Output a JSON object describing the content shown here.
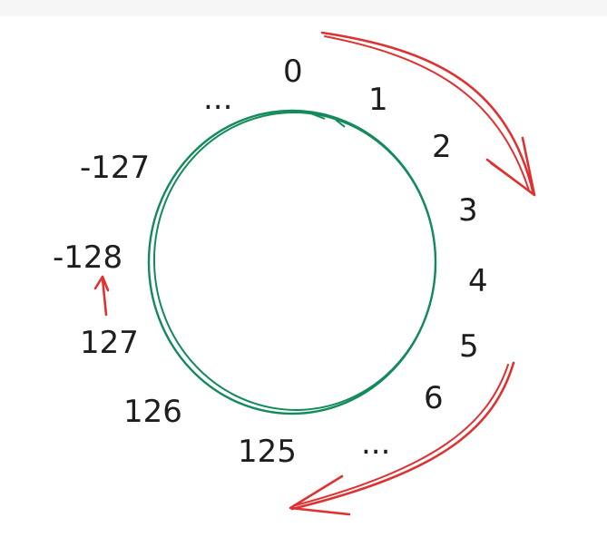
{
  "colors": {
    "circle": "#138a5a",
    "arrow": "#e03131",
    "text": "#1e1e1e",
    "background": "#ffffff"
  },
  "labels": {
    "zero": "0",
    "one": "1",
    "two": "2",
    "three": "3",
    "four": "4",
    "five": "5",
    "six": "6",
    "ellipsis_right": "...",
    "v125": "125",
    "v126": "126",
    "v127": "127",
    "neg128": "-128",
    "neg127": "-127",
    "ellipsis_left": "..."
  }
}
